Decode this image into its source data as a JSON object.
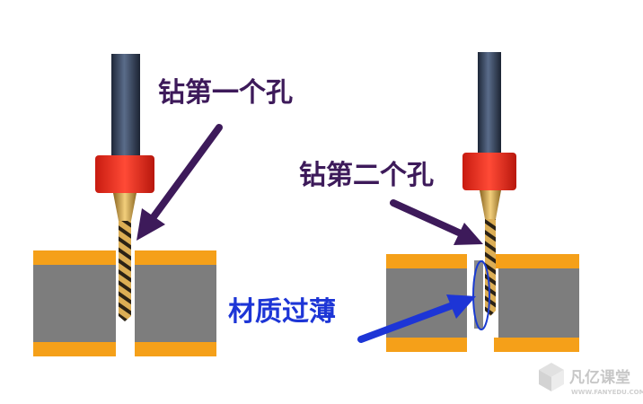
{
  "labels": {
    "first_hole": "钻第一个孔",
    "second_hole": "钻第二个孔",
    "material_thin": "材质过薄"
  },
  "watermark": {
    "brand": "凡亿课堂",
    "url": "WWW.FANYEDU.COM"
  },
  "colors": {
    "label_purple": "#3d1a5a",
    "arrow_purple": "#3d1a5a",
    "label_blue": "#1d35d6",
    "arrow_blue": "#1d35d6",
    "copper": "#f5a019",
    "core": "#7d7d7d",
    "collet_red": "#e82a1c",
    "shank": "#3c4d68",
    "drill_gold": "#d7a64b",
    "highlight_ellipse": "#1a3bd0"
  },
  "icons": {
    "watermark_logo": "cube-logo-icon"
  }
}
